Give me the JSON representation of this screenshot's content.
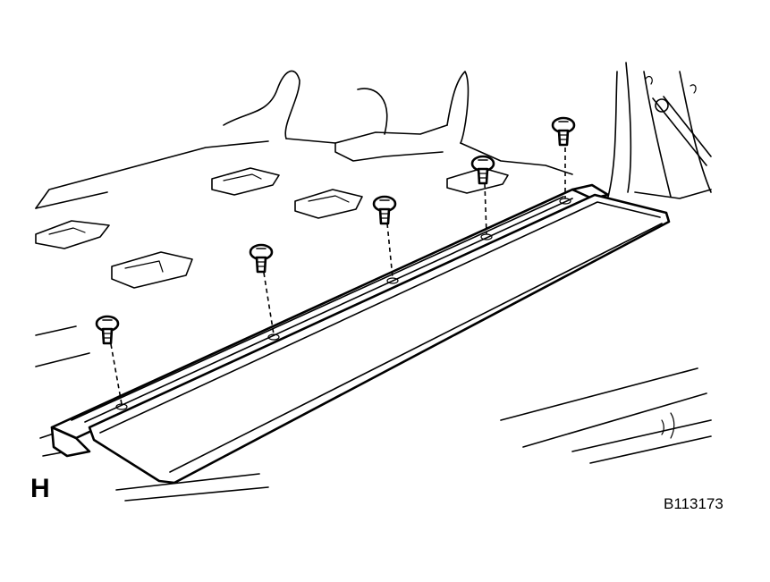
{
  "diagram": {
    "view_label": "H",
    "figure_id": "B113173",
    "clip_count": 5
  }
}
